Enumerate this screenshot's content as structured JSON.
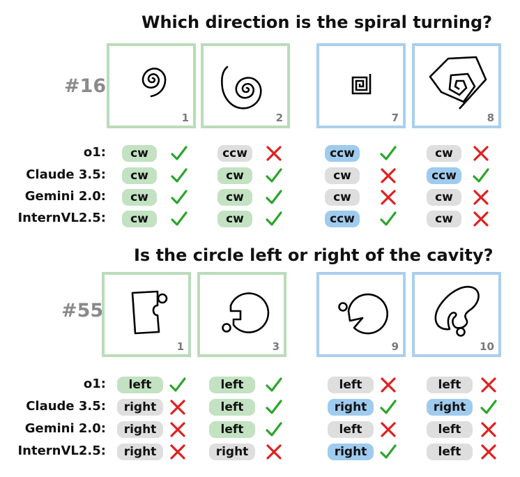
{
  "q1": {
    "title": "Which direction is the spiral turning?",
    "id": "#16",
    "panels": [
      {
        "num": "1",
        "color": "green",
        "shape": "spiral-round-small"
      },
      {
        "num": "2",
        "color": "green",
        "shape": "spiral-round-large"
      },
      {
        "num": "7",
        "color": "blue",
        "shape": "spiral-square"
      },
      {
        "num": "8",
        "color": "blue",
        "shape": "spiral-pentagon"
      }
    ],
    "models": [
      "o1:",
      "Claude 3.5:",
      "Gemini 2.0:",
      "InternVL2.5:"
    ],
    "answers": [
      [
        {
          "text": "cw",
          "color": "green",
          "ok": true
        },
        {
          "text": "ccw",
          "color": "gray",
          "ok": false
        },
        {
          "text": "ccw",
          "color": "blue",
          "ok": true
        },
        {
          "text": "cw",
          "color": "gray",
          "ok": false
        }
      ],
      [
        {
          "text": "cw",
          "color": "green",
          "ok": true
        },
        {
          "text": "cw",
          "color": "green",
          "ok": true
        },
        {
          "text": "cw",
          "color": "gray",
          "ok": false
        },
        {
          "text": "ccw",
          "color": "blue",
          "ok": true
        }
      ],
      [
        {
          "text": "cw",
          "color": "green",
          "ok": true
        },
        {
          "text": "cw",
          "color": "green",
          "ok": true
        },
        {
          "text": "cw",
          "color": "gray",
          "ok": false
        },
        {
          "text": "cw",
          "color": "gray",
          "ok": false
        }
      ],
      [
        {
          "text": "cw",
          "color": "green",
          "ok": true
        },
        {
          "text": "cw",
          "color": "green",
          "ok": true
        },
        {
          "text": "ccw",
          "color": "blue",
          "ok": true
        },
        {
          "text": "cw",
          "color": "gray",
          "ok": false
        }
      ]
    ]
  },
  "q2": {
    "title": "Is the circle left or right of the cavity?",
    "id": "#55",
    "panels": [
      {
        "num": "1",
        "color": "green",
        "shape": "rect-cavity"
      },
      {
        "num": "3",
        "color": "green",
        "shape": "circle-cavity"
      },
      {
        "num": "9",
        "color": "blue",
        "shape": "circle-wedge"
      },
      {
        "num": "10",
        "color": "blue",
        "shape": "blob-cavity"
      }
    ],
    "models": [
      "o1:",
      "Claude 3.5:",
      "Gemini 2.0:",
      "InternVL2.5:"
    ],
    "answers": [
      [
        {
          "text": "left",
          "color": "green",
          "ok": true
        },
        {
          "text": "left",
          "color": "green",
          "ok": true
        },
        {
          "text": "left",
          "color": "gray",
          "ok": false
        },
        {
          "text": "left",
          "color": "gray",
          "ok": false
        }
      ],
      [
        {
          "text": "right",
          "color": "gray",
          "ok": false
        },
        {
          "text": "left",
          "color": "green",
          "ok": true
        },
        {
          "text": "right",
          "color": "blue",
          "ok": true
        },
        {
          "text": "right",
          "color": "blue",
          "ok": true
        }
      ],
      [
        {
          "text": "right",
          "color": "gray",
          "ok": false
        },
        {
          "text": "left",
          "color": "green",
          "ok": true
        },
        {
          "text": "left",
          "color": "gray",
          "ok": false
        },
        {
          "text": "left",
          "color": "gray",
          "ok": false
        }
      ],
      [
        {
          "text": "right",
          "color": "gray",
          "ok": false
        },
        {
          "text": "right",
          "color": "gray",
          "ok": false
        },
        {
          "text": "right",
          "color": "blue",
          "ok": true
        },
        {
          "text": "left",
          "color": "gray",
          "ok": false
        }
      ]
    ]
  },
  "colors": {
    "check": "#2aa52a",
    "cross": "#e02020",
    "green_pill": "#c2e2c2",
    "blue_pill": "#9fcbee",
    "gray_pill": "#dedede"
  }
}
